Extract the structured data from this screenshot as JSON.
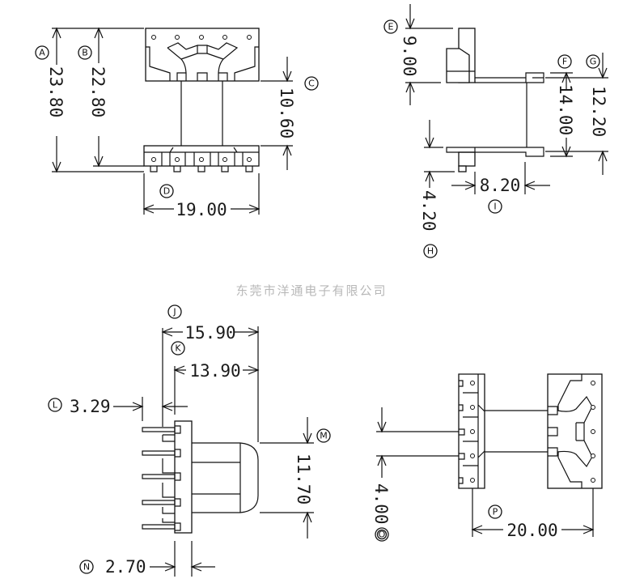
{
  "company": "东莞市洋通电子有限公司",
  "markers": {
    "A": "A",
    "B": "B",
    "C": "C",
    "D": "D",
    "E": "E",
    "F": "F",
    "G": "G",
    "H": "H",
    "I": "I",
    "J": "J",
    "K": "K",
    "L": "L",
    "M": "M",
    "N": "N",
    "O": "O",
    "P": "P"
  },
  "dims": {
    "A": "23.80",
    "B": "22.80",
    "C": "10.60",
    "D": "19.00",
    "E": "9.00",
    "F": "14.00",
    "G": "12.20",
    "H": "4.20",
    "I": "8.20",
    "J": "15.90",
    "K": "13.90",
    "L": "3.29",
    "M": "11.70",
    "N": "2.70",
    "O": "4.00",
    "P": "20.00"
  }
}
